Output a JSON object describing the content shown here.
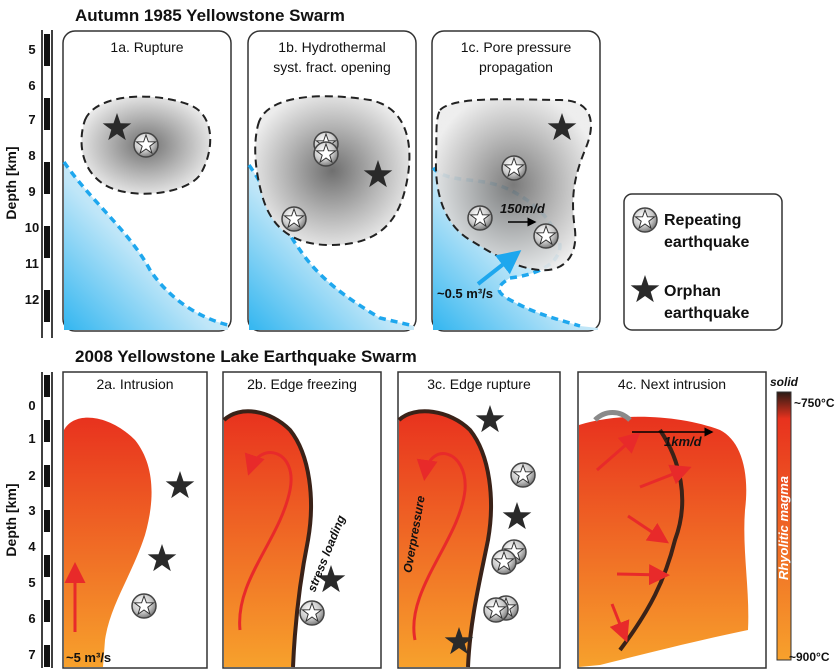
{
  "top": {
    "title": "Autumn 1985 Yellowstone Swarm",
    "axis_label": "Depth [km]",
    "ticks": [
      "5",
      "6",
      "7",
      "8",
      "9",
      "10",
      "11",
      "12"
    ],
    "panels": [
      {
        "title_line1": "1a. Rupture",
        "title_line2": ""
      },
      {
        "title_line1": "1b. Hydrothermal",
        "title_line2": "syst. fract. opening"
      },
      {
        "title_line1": "1c. Pore pressure",
        "title_line2": "propagation"
      }
    ],
    "annotations": {
      "speed": "150m/d",
      "flux": "~0.5 m³/s"
    }
  },
  "legend": {
    "repeating_line1": "Repeating",
    "repeating_line2": "earthquake",
    "orphan_line1": "Orphan",
    "orphan_line2": "earthquake"
  },
  "bottom": {
    "title": "2008 Yellowstone Lake Earthquake Swarm",
    "axis_label": "Depth [km]",
    "ticks": [
      "0",
      "1",
      "2",
      "3",
      "4",
      "5",
      "6",
      "7"
    ],
    "panels": [
      {
        "title": "2a. Intrusion"
      },
      {
        "title": "2b. Edge freezing"
      },
      {
        "title": "3c. Edge rupture"
      },
      {
        "title": "4c. Next intrusion"
      }
    ],
    "annotations": {
      "flux": "~5 m³/s",
      "stress": "stress loading",
      "overpressure": "Overpressure",
      "speed": "1km/d"
    },
    "colorbar": {
      "label": "Rhyolitic magma",
      "top_label": "solid",
      "top_temp": "~750°C",
      "bottom_temp": "~900°C",
      "colors": [
        "#2a1a14",
        "#e8321e",
        "#f7a12c"
      ]
    }
  }
}
